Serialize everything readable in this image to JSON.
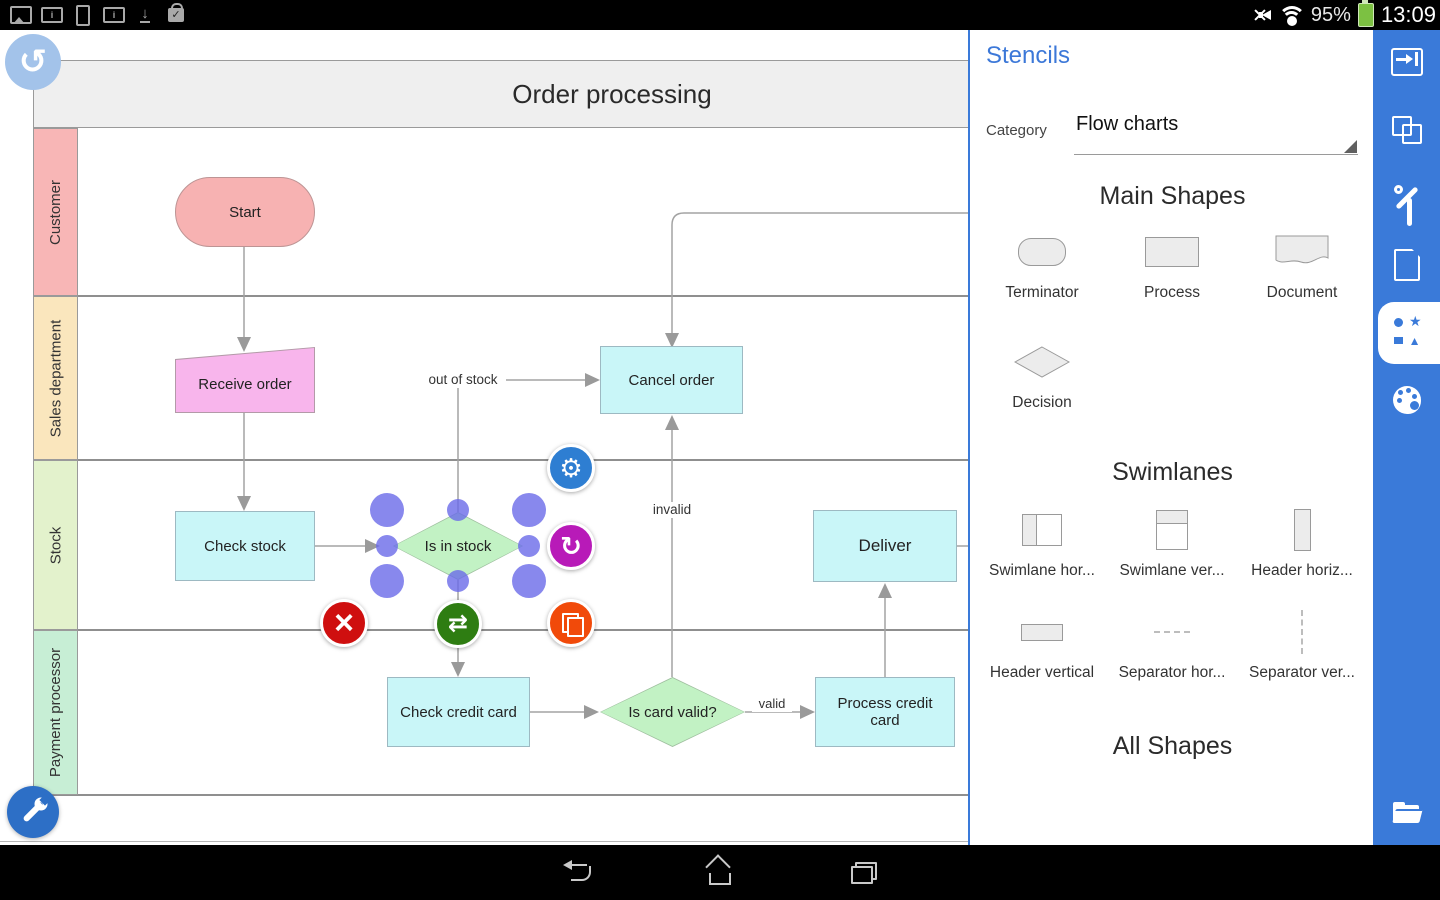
{
  "colors": {
    "accent_blue": "#3a7ad9",
    "stencils_title_blue": "#3c78d8",
    "lane_customer": "#f8b6b6",
    "lane_sales": "#fae6bd",
    "lane_stock": "#e3f2cc",
    "lane_payment": "#c7eed5",
    "node_terminator_fill": "#f7b2b2",
    "node_manual_fill": "#f8b5ec",
    "node_process_fill": "#c9f6f8",
    "node_decision_fill": "#c2f2c4",
    "handle_purple": "#6a6ae8",
    "fab_settings": "#2e7ed2",
    "fab_rotate": "#b81ab8",
    "fab_delete": "#cf0f0f",
    "fab_swap": "#2e7d12",
    "fab_copy": "#f14a0a",
    "battery_green": "#7cc142"
  },
  "status_bar": {
    "battery_percent": "95%",
    "time": "13:09",
    "left_icons": [
      "screenshot-icon",
      "battery-info-icon",
      "phone-icon",
      "battery-info-icon",
      "download-icon",
      "shop-check-icon"
    ],
    "right_icons": [
      "mute-icon",
      "wifi-icon",
      "battery-icon"
    ]
  },
  "canvas": {
    "title": "Order processing",
    "undo_glyph": "↺",
    "lanes": [
      {
        "label": "Customer"
      },
      {
        "label": "Sales department"
      },
      {
        "label": "Stock"
      },
      {
        "label": "Payment processor"
      }
    ],
    "nodes": [
      {
        "id": "start",
        "label": "Start"
      },
      {
        "id": "receive-order",
        "label": "Receive order"
      },
      {
        "id": "check-stock",
        "label": "Check stock"
      },
      {
        "id": "is-in-stock",
        "label": "Is in stock"
      },
      {
        "id": "cancel-order",
        "label": "Cancel order"
      },
      {
        "id": "deliver",
        "label": "Deliver"
      },
      {
        "id": "check-credit-card",
        "label": "Check credit card"
      },
      {
        "id": "is-card-valid",
        "label": "Is card valid?"
      },
      {
        "id": "process-credit-card",
        "label": "Process credit card"
      }
    ],
    "edge_labels": {
      "out_of_stock": "out of stock",
      "invalid": "invalid",
      "valid": "valid"
    },
    "selection_menu": {
      "settings_glyph": "⚙",
      "rotate_glyph": "↻",
      "delete_glyph": "×",
      "swap_glyph": "⇄"
    }
  },
  "stencils": {
    "title": "Stencils",
    "category_label": "Category",
    "category_value": "Flow charts",
    "sections": [
      {
        "title": "Main Shapes",
        "items": [
          {
            "label": "Terminator",
            "icon": "terminator-shape-icon"
          },
          {
            "label": "Process",
            "icon": "process-shape-icon"
          },
          {
            "label": "Document",
            "icon": "document-shape-icon"
          },
          {
            "label": "Decision",
            "icon": "decision-shape-icon"
          }
        ]
      },
      {
        "title": "Swimlanes",
        "items": [
          {
            "label": "Swimlane hor...",
            "icon": "swimlane-horizontal-icon"
          },
          {
            "label": "Swimlane ver...",
            "icon": "swimlane-vertical-icon"
          },
          {
            "label": "Header horiz...",
            "icon": "header-horizontal-icon"
          },
          {
            "label": "Header vertical",
            "icon": "header-vertical-icon"
          },
          {
            "label": "Separator hor...",
            "icon": "separator-horizontal-icon"
          },
          {
            "label": "Separator ver...",
            "icon": "separator-vertical-icon"
          }
        ]
      },
      {
        "title": "All Shapes",
        "items": []
      }
    ]
  },
  "sidebar": {
    "items": [
      {
        "name": "collapse-panel"
      },
      {
        "name": "duplicate"
      },
      {
        "name": "tools"
      },
      {
        "name": "page"
      },
      {
        "name": "stencils",
        "selected": true
      },
      {
        "name": "palette"
      },
      {
        "name": "open-file"
      }
    ]
  },
  "nav_bar": {
    "items": [
      "back",
      "home",
      "recents"
    ]
  }
}
